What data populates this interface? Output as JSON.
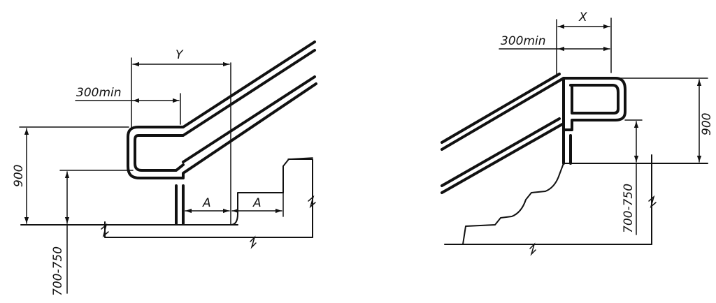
{
  "left_view": {
    "dim_y": "Y",
    "dim_min": "300min",
    "dim_a_lower": "A",
    "dim_a_upper": "A",
    "dim_height_total": "900",
    "dim_height_range": "700-750"
  },
  "right_view": {
    "dim_x": "X",
    "dim_min": "300min",
    "dim_height_total": "900",
    "dim_height_range": "700-750"
  }
}
